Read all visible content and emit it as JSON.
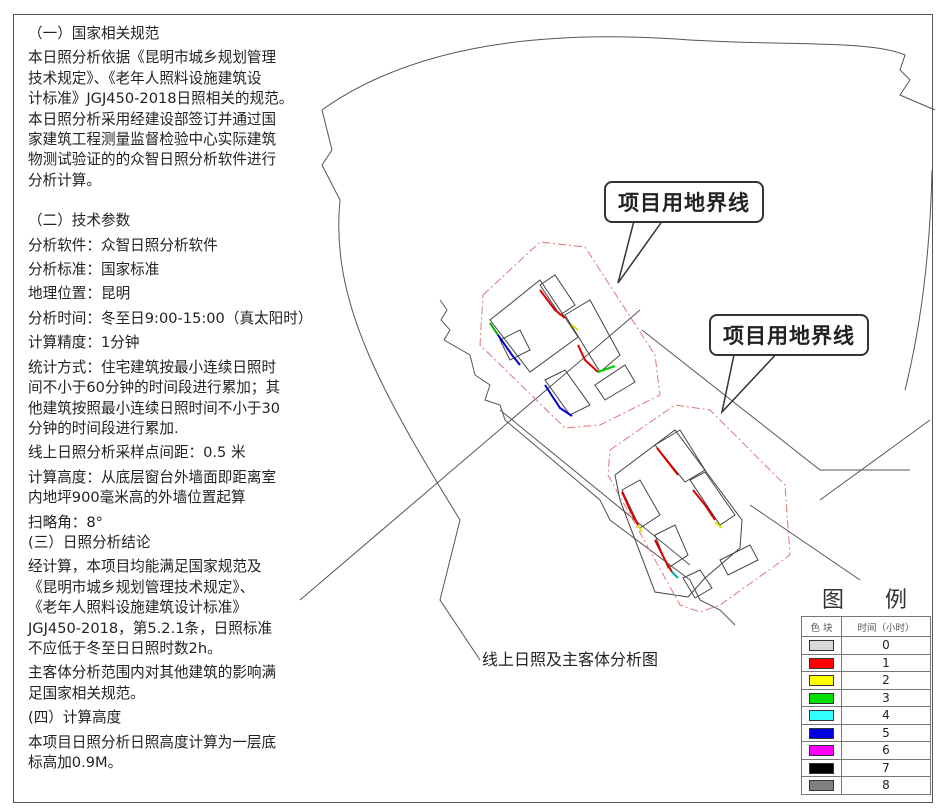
{
  "notes": {
    "s1_title": "（一）国家相关规范",
    "s1_lines": [
      "本日照分析依据《昆明市城乡规划管理",
      "技术规定》、《老年人照料设施建筑设",
      "计标准》JGJ450-2018日照相关的规范。",
      "本日照分析采用经建设部签订并通过国",
      "家建筑工程测量监督检验中心实际建筑",
      "物测试验证的的众智日照分析软件进行",
      "分析计算。"
    ],
    "s2_title": "（二）技术参数",
    "software": "分析软件：众智日照分析软件",
    "standard": "分析标准：国家标准",
    "location": "地理位置：昆明",
    "time": "分析时间：冬至日9:00-15:00（真太阳时）",
    "precision": "计算精度：1分钟",
    "stat_lines": [
      "统计方式：住宅建筑按最小连续日照时",
      "间不小于60分钟的时间段进行累加；其",
      "他建筑按照最小连续日照时间不小于30",
      "分钟的时间段进行累加."
    ],
    "sampling": "线上日照分析采样点间距：0.5 米",
    "height_lines": [
      "计算高度：从底层窗台外墙面即距离室",
      "内地坪900毫米高的外墙位置起算"
    ],
    "sweep": "扫略角：8°",
    "s3_title": "(三）日照分析结论",
    "s3_lines": [
      "经计算，本项目均能满足国家规范及",
      "《昆明市城乡规划管理技术规定》、",
      "《老年人照料设施建筑设计标准》",
      "JGJ450-2018，第5.2.1条，日照标准",
      "不应低于冬至日日照时数2h。"
    ],
    "s3_extra": [
      "主客体分析范围内对其他建筑的影响满",
      "足国家相关规范。"
    ],
    "s4_title": "(四）计算高度",
    "s4_lines": [
      "本项目日照分析日照高度计算为一层底",
      "标高加0.9M。"
    ]
  },
  "callouts": [
    "项目用地界线",
    "项目用地界线"
  ],
  "caption": "线上日照及主客体分析图",
  "legend": {
    "title_left": "图",
    "title_right": "例",
    "col_color": "色 块",
    "col_hours": "时间（小时）",
    "rows": [
      {
        "hours": "0",
        "color": "#d9d9d9"
      },
      {
        "hours": "1",
        "color": "#ff0000"
      },
      {
        "hours": "2",
        "color": "#ffff00"
      },
      {
        "hours": "3",
        "color": "#00e000"
      },
      {
        "hours": "4",
        "color": "#33ffff"
      },
      {
        "hours": "5",
        "color": "#0000dd"
      },
      {
        "hours": "6",
        "color": "#ff00ff"
      },
      {
        "hours": "7",
        "color": "#000000"
      },
      {
        "hours": "8",
        "color": "#808080"
      }
    ]
  }
}
